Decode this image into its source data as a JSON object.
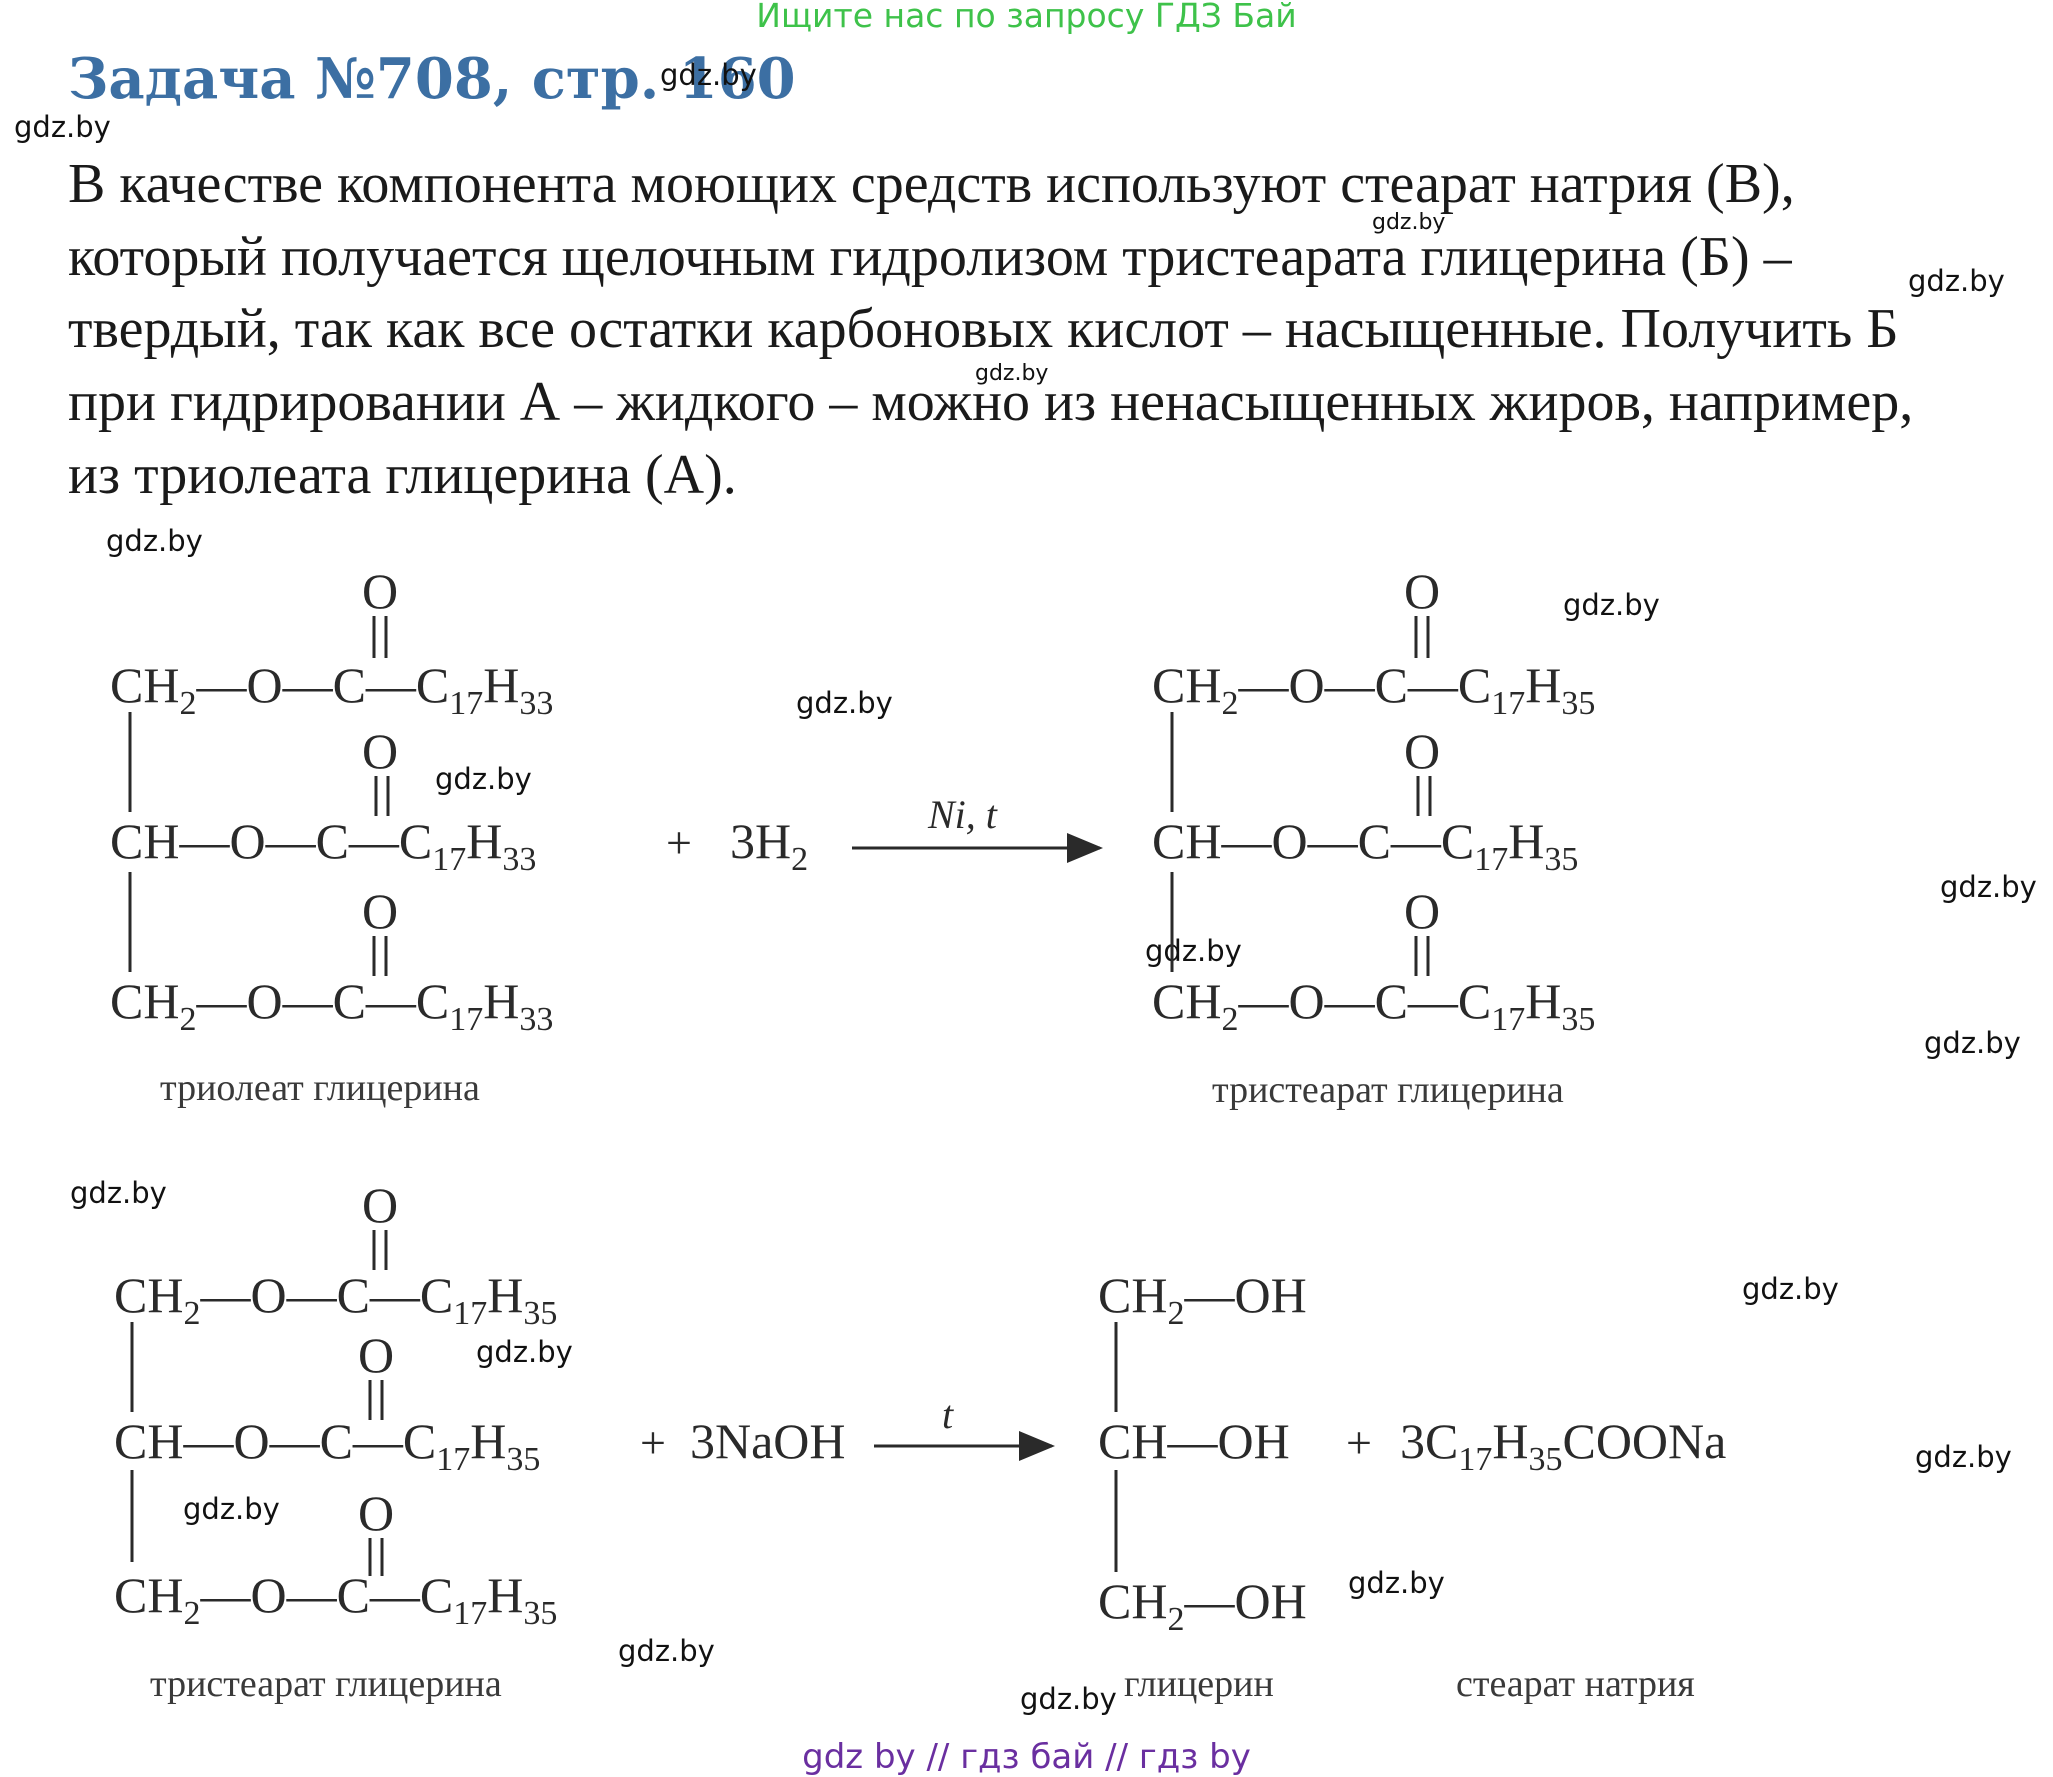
{
  "banner": "Ищите нас по запросу ГДЗ Бай",
  "title": "Задача №708, стр. 160",
  "watermark": "gdz.by",
  "paragraph": [
    "В качестве компонента моющих средств используют стеарат натрия (В),",
    "который получается щелочным гидролизом тристеарата глицерина (Б) –",
    "твердый, так как все остатки карбоновых кислот – насыщенные. Получить Б",
    "при гидрировании А – жидкого – можно из ненасыщенных жиров, например,",
    "из триолеата глицерина (А)."
  ],
  "reaction1": {
    "reactant_caption": "триолеат глицерина",
    "reagent": "3H",
    "reagent_sub": "2",
    "condition": "Ni, t",
    "product_caption": "тристеарат глицерина",
    "reactant_chain": {
      "c": "17",
      "h": "33"
    },
    "product_chain": {
      "c": "17",
      "h": "35"
    }
  },
  "reaction2": {
    "reactant_caption": "тристеарат глицерина",
    "reagent": "3NaOH",
    "condition": "t",
    "product1_caption": "глицерин",
    "product2_caption": "стеарат натрия",
    "product2": "3C17H35COONa",
    "reactant_chain": {
      "c": "17",
      "h": "35"
    }
  },
  "footer": "gdz by  //  гдз бай  //  гдз by"
}
